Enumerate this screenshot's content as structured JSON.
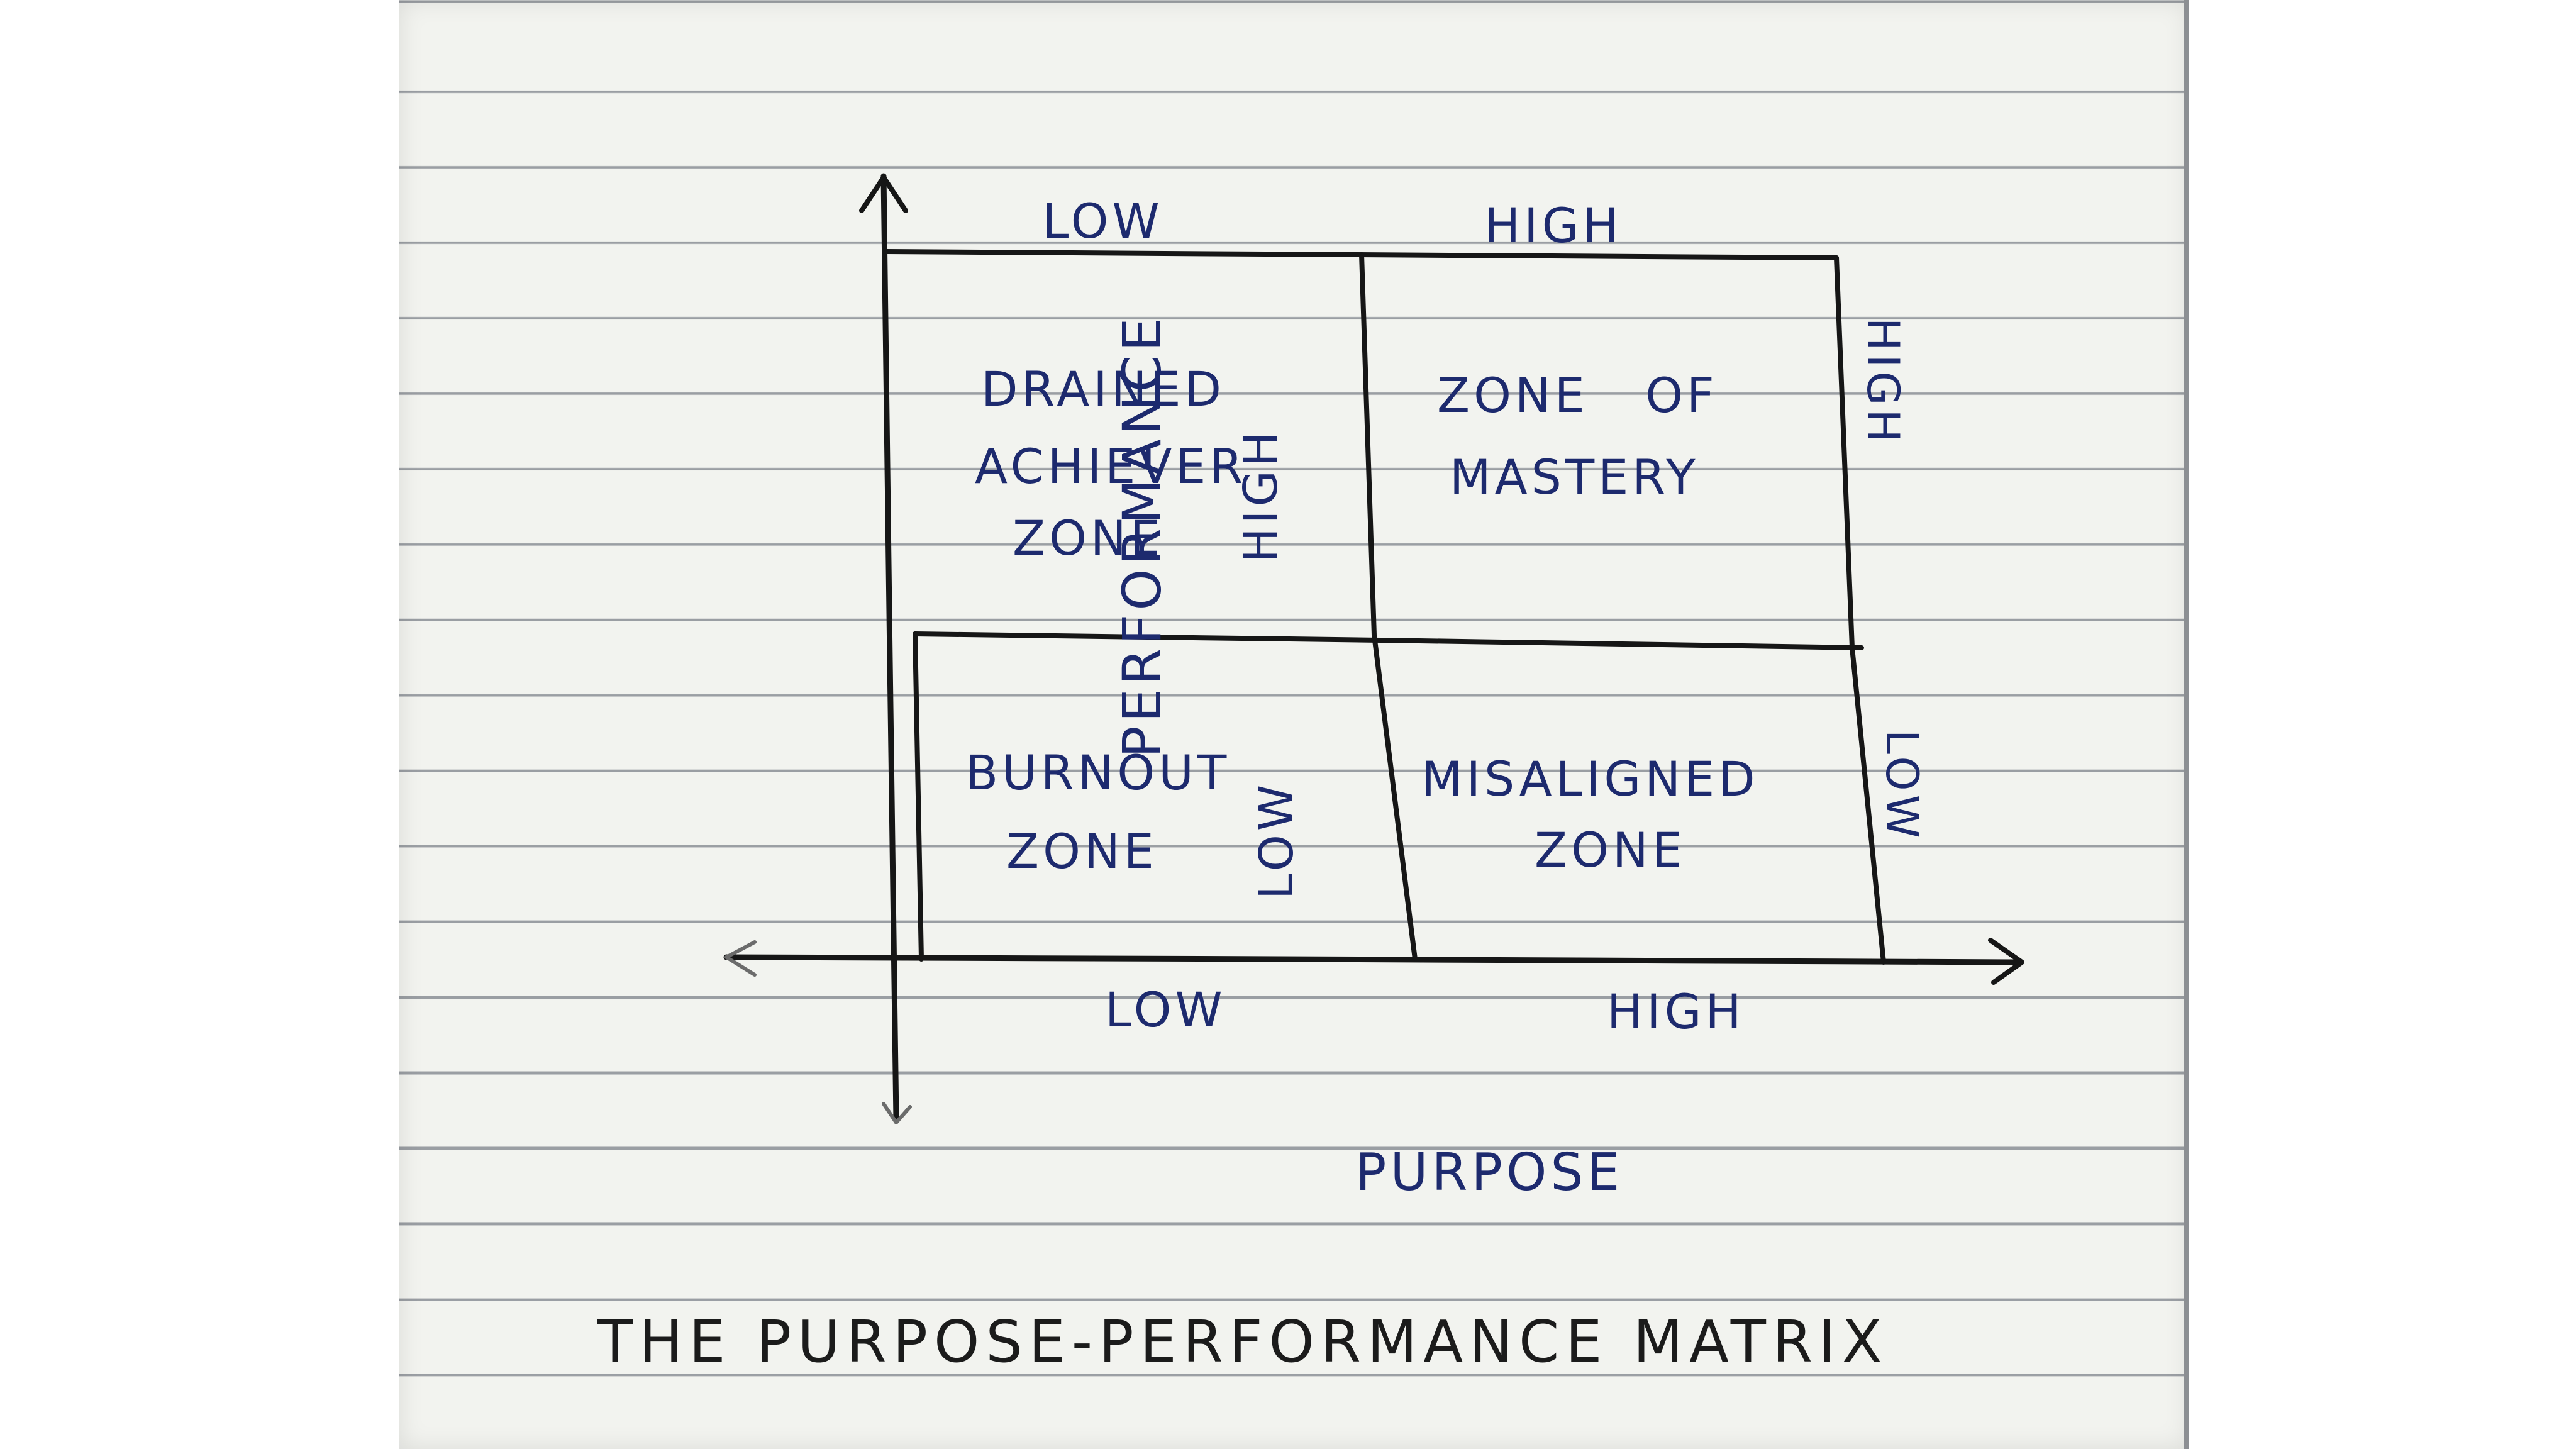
{
  "diagram": {
    "title": "THE PURPOSE-PERFORMANCE MATRIX",
    "y_axis": {
      "label": "PERFORMANCE",
      "left_high": "HIGH",
      "left_low": "LOW",
      "right_high": "HIGH",
      "right_low": "LOW"
    },
    "x_axis": {
      "label": "PURPOSE",
      "top_low": "LOW",
      "top_high": "HIGH",
      "bottom_low": "LOW",
      "bottom_high": "HIGH"
    },
    "quadrants": {
      "top_left": [
        "DRAINED",
        "ACHIEVER",
        "ZONE"
      ],
      "top_right": [
        "ZONE   OF",
        "MASTERY"
      ],
      "bottom_left": [
        "BURNOUT",
        "ZONE"
      ],
      "bottom_right": [
        "MISALIGNED",
        "ZONE"
      ]
    },
    "colors": {
      "ink_blue": "#1d2a6e",
      "ink_black": "#161616",
      "paper": "#f2f3ef",
      "rule_lines": "#9a9ea3"
    }
  }
}
